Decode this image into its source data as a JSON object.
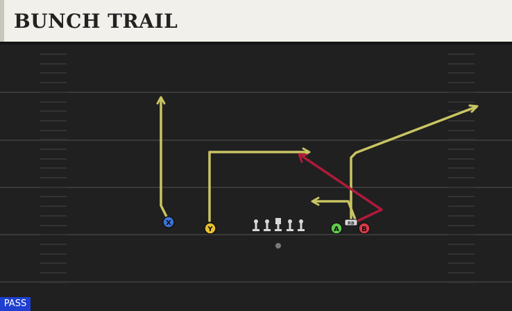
{
  "play": {
    "title": "BUNCH TRAIL",
    "type_badge": "PASS"
  },
  "colors": {
    "field": "#202020",
    "header_bg": "#f2f0ea",
    "route_primary": "#c9c562",
    "route_highlight": "#b01a3a",
    "badge_bg": "#1e3fcf"
  },
  "players": [
    {
      "id": "X",
      "label": "X",
      "color": "#3b73d6"
    },
    {
      "id": "Y",
      "label": "Y",
      "color": "#e8c22e"
    },
    {
      "id": "A",
      "label": "A",
      "color": "#5fcb4a"
    },
    {
      "id": "B",
      "label": "B",
      "color": "#d83a48"
    },
    {
      "id": "RB",
      "label": "RB",
      "color": "#d8d8d8"
    }
  ]
}
